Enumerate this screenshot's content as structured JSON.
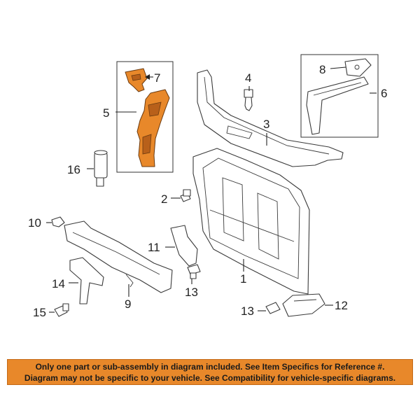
{
  "callouts": {
    "c1": "1",
    "c2": "2",
    "c3": "3",
    "c4": "4",
    "c5": "5",
    "c6": "6",
    "c7": "7",
    "c8": "8",
    "c9": "9",
    "c10": "10",
    "c11": "11",
    "c12": "12",
    "c13a": "13",
    "c13b": "13",
    "c14": "14",
    "c15": "15",
    "c16": "16"
  },
  "colors": {
    "highlight": "#e8882a",
    "line": "#3a3a3a"
  },
  "notice": {
    "line1": "Only one part or sub-assembly in diagram included. See Item Specifics for Reference #.",
    "line2": "Diagram may not be specific to your vehicle. See Compatibility for vehicle-specific diagrams."
  }
}
